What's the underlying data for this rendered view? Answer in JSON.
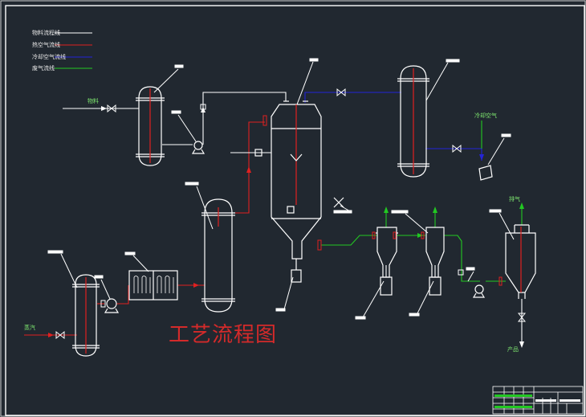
{
  "title": "工艺流程图",
  "legend": [
    {
      "label": "物料流程线",
      "color": "#ffffff"
    },
    {
      "label": "热空气流线",
      "color": "#e02020"
    },
    {
      "label": "冷却空气流线",
      "color": "#2424d8"
    },
    {
      "label": "废气流线",
      "color": "#22c822"
    }
  ],
  "stream_labels": {
    "feed": "物料",
    "steam": "蒸汽",
    "cooling_air": "冷却空气",
    "exhaust": "排气",
    "product": "产品"
  },
  "colors": {
    "background": "#212830",
    "material": "#ffffff",
    "hot_air": "#e02020",
    "cooling_air": "#2424d8",
    "exhaust": "#22c822"
  }
}
